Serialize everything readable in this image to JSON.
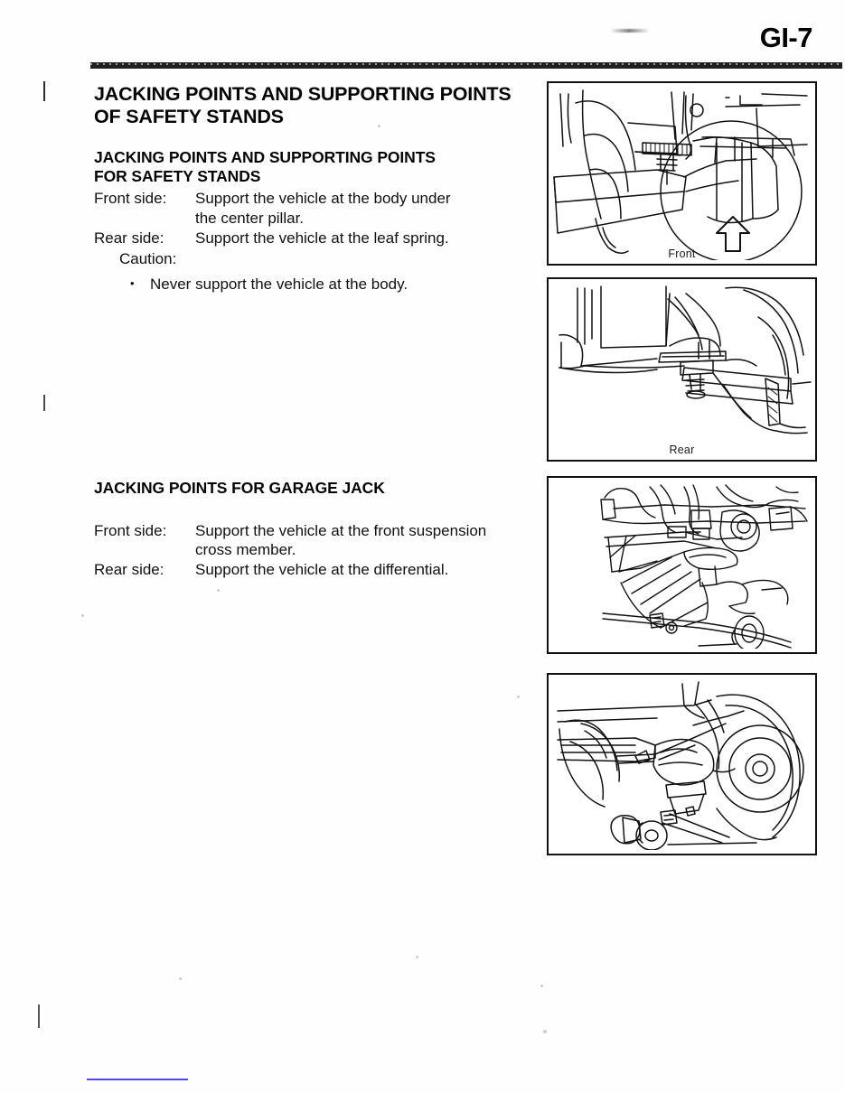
{
  "document": {
    "page_number": "GI-7",
    "type": "service-manual-page"
  },
  "sections": [
    {
      "id": "safety-stands",
      "title_line_1": "JACKING POINTS AND SUPPORTING POINTS",
      "title_line_2": "OF SAFETY STANDS",
      "subsection_line_1": "JACKING POINTS AND SUPPORTING POINTS",
      "subsection_line_2": "FOR SAFETY STANDS",
      "specs": [
        {
          "label": "Front side:",
          "value": "Support the vehicle at the body under",
          "continuation": "the center pillar."
        },
        {
          "label": "Rear side:",
          "value": "Support the vehicle at the leaf spring.",
          "continuation": ""
        }
      ],
      "caution_label": "Caution:",
      "caution_bullet": "•",
      "caution_items": [
        "Never support the vehicle at the body."
      ]
    },
    {
      "id": "garage-jack",
      "title": "JACKING POINTS FOR GARAGE JACK",
      "specs": [
        {
          "label": "Front side:",
          "value": "Support the vehicle at the front suspension",
          "continuation": "cross member."
        },
        {
          "label": "Rear side:",
          "value": "Support the vehicle at the differential.",
          "continuation": ""
        }
      ]
    }
  ],
  "figures": [
    {
      "id": "figure-front-safety-stand",
      "caption": "Front",
      "description": "Underbody view showing safety stand supporting body under center pillar with arrow callout"
    },
    {
      "id": "figure-rear-safety-stand",
      "caption": "Rear",
      "description": "Underbody view showing safety stand supporting the leaf spring"
    },
    {
      "id": "figure-front-garage-jack",
      "caption": "",
      "description": "Front suspension cross member underbody view with garage jack"
    },
    {
      "id": "figure-rear-garage-jack",
      "caption": "",
      "description": "Rear differential view with garage jack positioned under differential"
    }
  ],
  "colors": {
    "ink": "#0a0a0a",
    "rule": "#0d0d0d",
    "paper": "#fefefe",
    "blue_artifact": "#4b47e8"
  }
}
